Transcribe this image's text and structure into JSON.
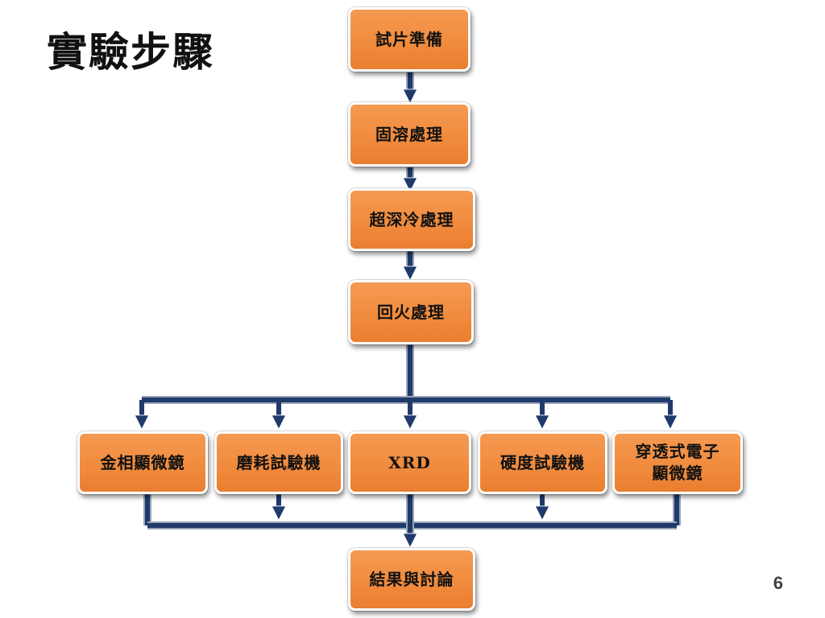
{
  "slide": {
    "title": "實驗步驟",
    "page_number": "6"
  },
  "flow": {
    "steps": [
      "試片準備",
      "固溶處理",
      "超深冷處理",
      "回火處理"
    ],
    "analyses": [
      "金相顯微鏡",
      "磨耗試驗機",
      "XRD",
      "硬度試驗機",
      "穿透式電子顯微鏡"
    ],
    "result": "結果與討論"
  },
  "colors": {
    "box_fill": "#f08a3c",
    "connector": "#1f3a6b",
    "title_text": "#111111"
  }
}
